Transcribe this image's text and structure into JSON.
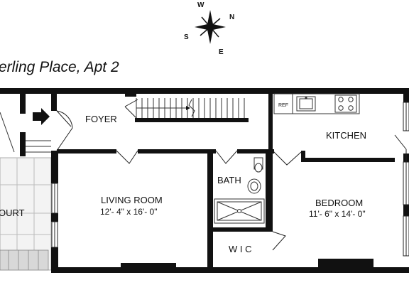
{
  "title": "erling Place, Apt 2",
  "compass": {
    "n": "N",
    "e": "E",
    "s": "S",
    "w": "W"
  },
  "rooms": {
    "foyer": "FOYER",
    "kitchen": "KITCHEN",
    "ref": "REF",
    "bath": "BATH",
    "wic": "W I C",
    "living": "LIVING ROOM",
    "living_dim": "12'- 4\" x 16'- 0\"",
    "bedroom": "BEDROOM",
    "bedroom_dim": "11'- 6\" x 14'- 0\"",
    "court": "OURT"
  }
}
